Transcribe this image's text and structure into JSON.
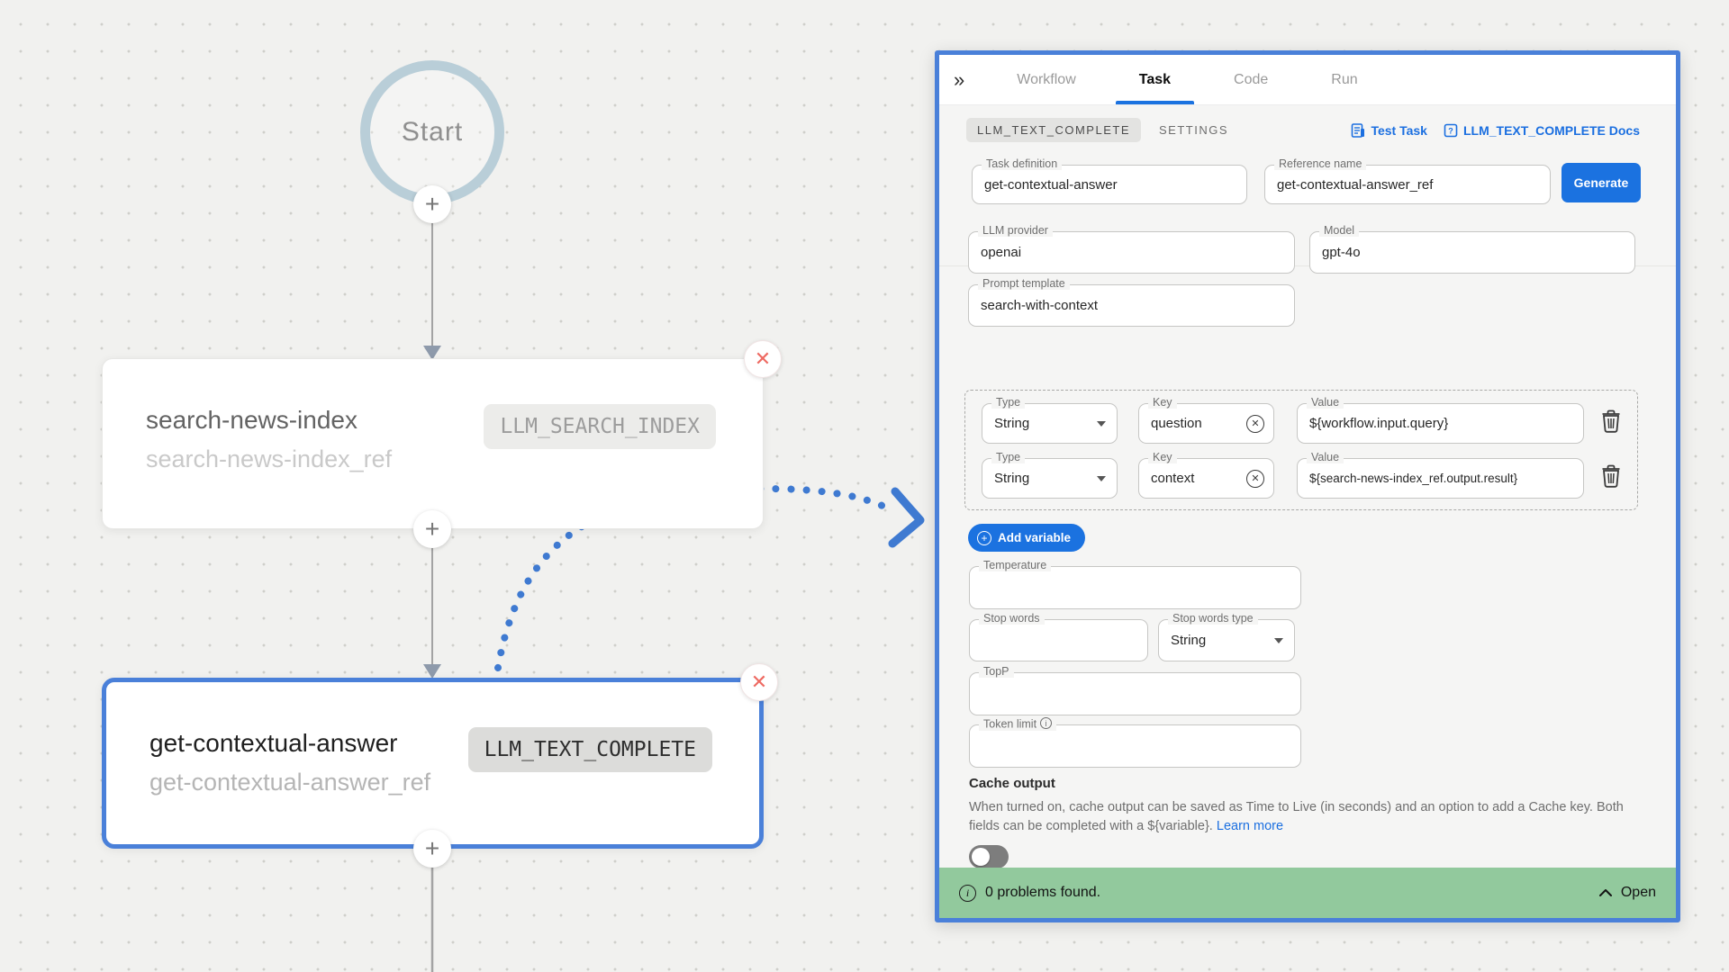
{
  "canvas": {
    "start_label": "Start",
    "plus_label": "+",
    "nodes": [
      {
        "title": "search-news-index",
        "ref": "search-news-index_ref",
        "badge": "LLM_SEARCH_INDEX",
        "close_glyph": "✕"
      },
      {
        "title": "get-contextual-answer",
        "ref": "get-contextual-answer_ref",
        "badge": "LLM_TEXT_COMPLETE",
        "close_glyph": "✕"
      }
    ]
  },
  "panel": {
    "collapse_glyph": "»",
    "tabs": {
      "workflow": "Workflow",
      "task": "Task",
      "code": "Code",
      "run": "Run"
    },
    "subheader": {
      "task_type_chip": "LLM_TEXT_COMPLETE",
      "settings": "SETTINGS"
    },
    "links": {
      "test_task": "Test Task",
      "docs": "LLM_TEXT_COMPLETE Docs"
    },
    "fields": {
      "task_definition": {
        "label": "Task definition",
        "value": "get-contextual-answer"
      },
      "reference_name": {
        "label": "Reference name",
        "value": "get-contextual-answer_ref"
      },
      "generate_button": "Generate",
      "llm_provider": {
        "label": "LLM provider",
        "value": "openai"
      },
      "model": {
        "label": "Model",
        "value": "gpt-4o"
      },
      "prompt_template": {
        "label": "Prompt template",
        "value": "search-with-context"
      },
      "temperature": {
        "label": "Temperature",
        "value": ""
      },
      "stop_words": {
        "label": "Stop words",
        "value": ""
      },
      "stop_words_type": {
        "label": "Stop words type",
        "value": "String"
      },
      "topp": {
        "label": "TopP",
        "value": ""
      },
      "token_limit": {
        "label": "Token limit",
        "value": ""
      }
    },
    "var_labels": {
      "type": "Type",
      "key": "Key",
      "value": "Value"
    },
    "variables": [
      {
        "type": "String",
        "key": "question",
        "value": "${workflow.input.query}"
      },
      {
        "type": "String",
        "key": "context",
        "value": "${search-news-index_ref.output.result}"
      }
    ],
    "add_variable_label": "Add variable",
    "cache": {
      "title": "Cache output",
      "description": "When turned on, cache output can be saved as Time to Live (in seconds) and an option to add a Cache key. Both fields can be completed with a ${variable}. ",
      "learn_more": "Learn more"
    },
    "footer": {
      "message": "0 problems found.",
      "open_label": "Open"
    }
  },
  "colors": {
    "accent_blue": "#1b72e0",
    "panel_border_blue": "#4a80d9",
    "selected_node_border": "#4a80d9",
    "success_green": "#92c99d",
    "start_ring": "#b9ced8",
    "connector_gray": "#a3a3a3",
    "arrow_blue": "#3f7ad1",
    "close_red": "#ee6a62"
  }
}
